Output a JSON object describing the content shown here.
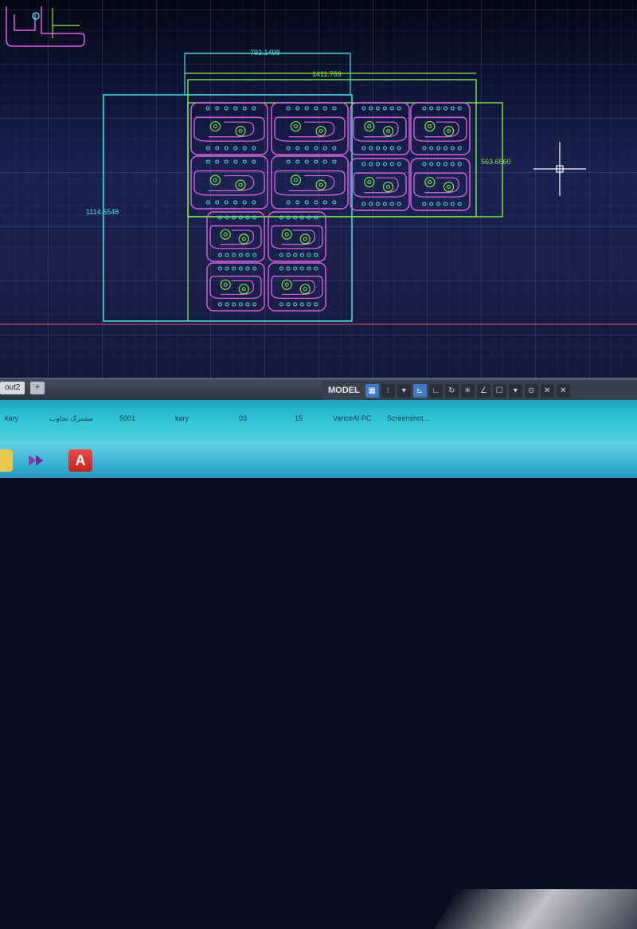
{
  "app": {
    "name": "AutoCAD drawing area"
  },
  "dimensions": {
    "top_width": "793.1498",
    "overall_width": "1411.769",
    "left_height": "1114.6548",
    "right_height": "563.6560"
  },
  "layout_tabs": {
    "tab1": "out2",
    "add": "+"
  },
  "statusbar": {
    "model_label": "MODEL",
    "buttons": [
      "grid-icon",
      "snap-icon",
      "dropdown-icon",
      "ortho-icon",
      "infer-icon",
      "polar-icon",
      "osnap-icon",
      "angle-icon",
      "lineweight-icon",
      "transparency-icon",
      "annotation-scale-icon",
      "workspace-icon",
      "settings-icon"
    ]
  },
  "taskbar_previews": [
    {
      "label": "kary"
    },
    {
      "label": "مشترک تجاوب"
    },
    {
      "label": "5001"
    },
    {
      "label": "kary"
    },
    {
      "label": "03"
    },
    {
      "label": "15"
    },
    {
      "label": "VanceAI PC"
    },
    {
      "label": "Screenshot..."
    }
  ],
  "taskbar_apps": [
    {
      "icon": "app-icon"
    },
    {
      "icon": "media-player-icon"
    },
    {
      "icon": "autocad-icon",
      "glyph": "A"
    }
  ],
  "colors": {
    "cyan": "#3ee6e6",
    "green": "#7cf03a",
    "magenta": "#e060e8",
    "red": "#c83c5a",
    "background": "#1a2150"
  }
}
